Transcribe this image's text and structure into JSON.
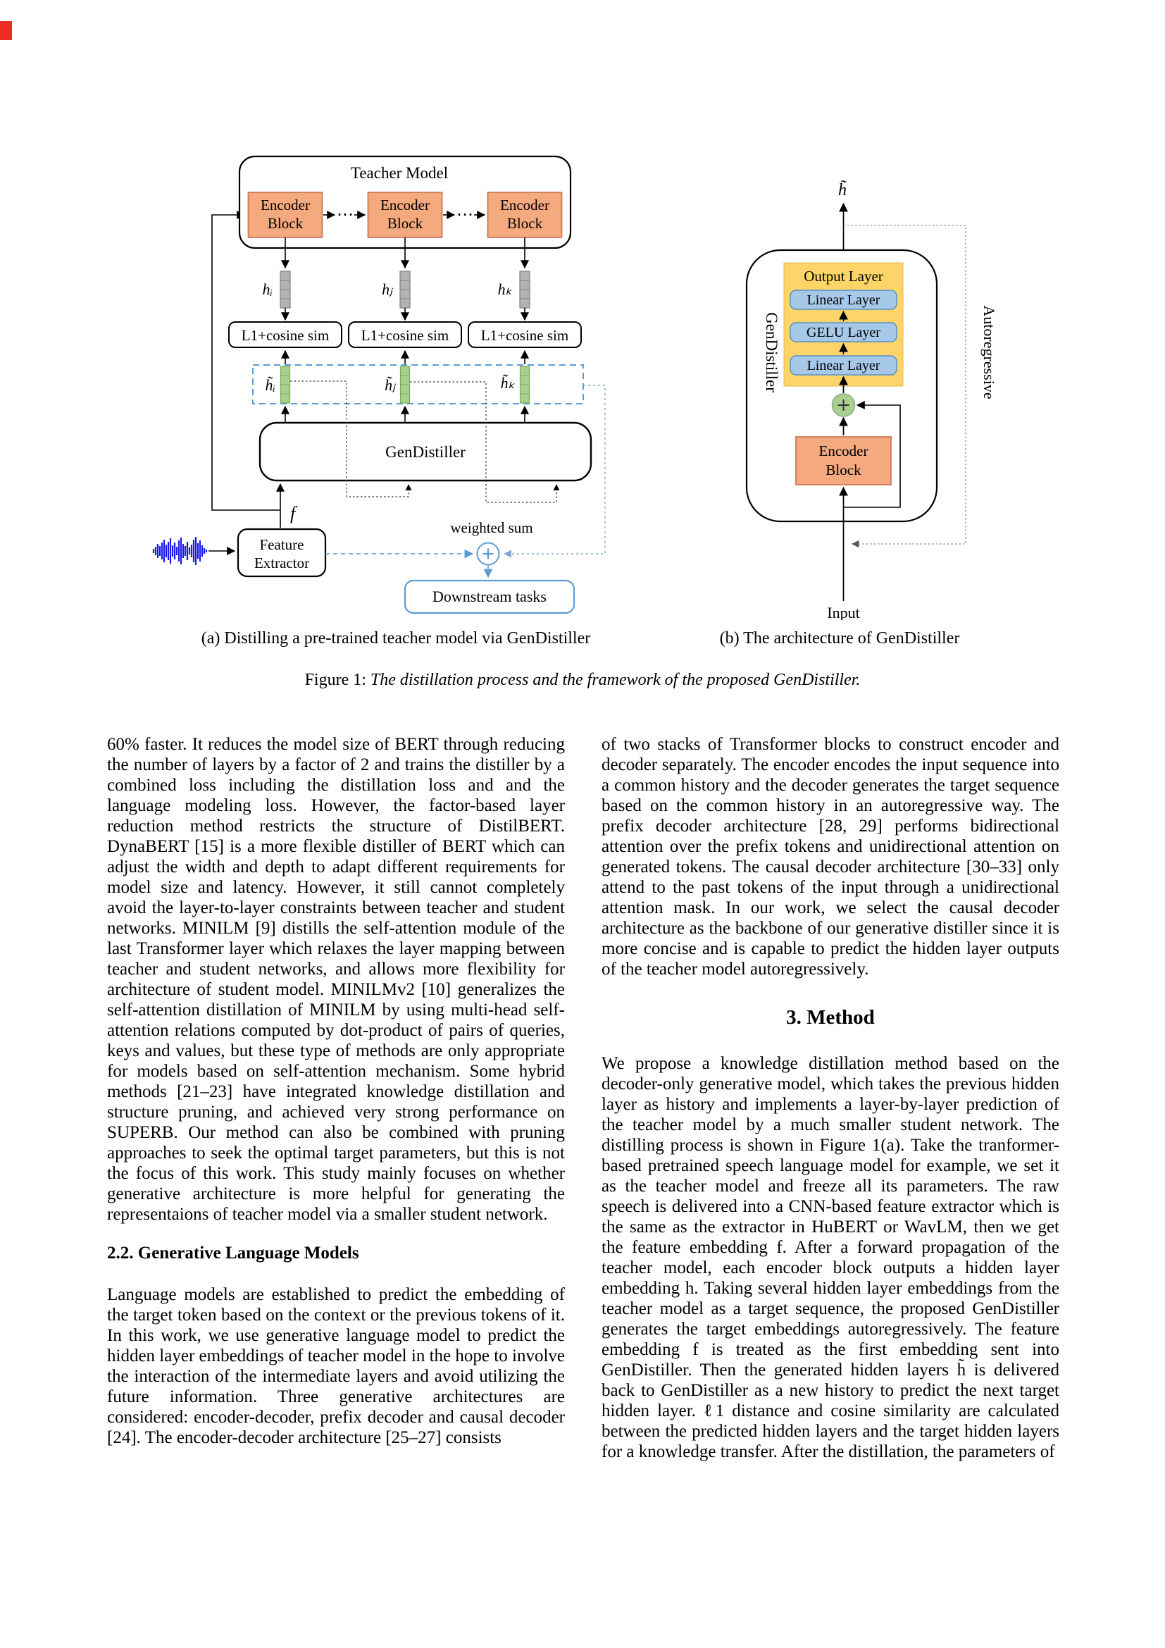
{
  "figure": {
    "a": {
      "teacher_title": "Teacher Model",
      "encoder_line1": "Encoder",
      "encoder_line2": "Block",
      "dots": "⋯",
      "h_labels": [
        "hᵢ",
        "hⱼ",
        "hₖ"
      ],
      "l1_label": "L1+cosine sim",
      "h_tilde_labels": [
        "h̃ᵢ",
        "h̃ⱼ",
        "h̃ₖ"
      ],
      "gendistiller_label": "GenDistiller",
      "f_label": "f",
      "feature_extractor_line1": "Feature",
      "feature_extractor_line2": "Extractor",
      "weighted_sum_label": "weighted sum",
      "downstream_label": "Downstream tasks",
      "caption": "(a) Distilling a pre-trained teacher model via GenDistiller"
    },
    "b": {
      "h_tilde": "h̃",
      "gendistiller_label": "GenDistiller",
      "output_layer_title": "Output Layer",
      "layers": [
        "Linear Layer",
        "GELU Layer",
        "Linear Layer"
      ],
      "encoder_line1": "Encoder",
      "encoder_line2": "Block",
      "input_label": "Input",
      "autoregressive_label": "Autoregressive",
      "caption": "(b) The architecture of GenDistiller"
    },
    "caption_prefix": "Figure 1: ",
    "caption_text": "The distillation process and the framework of the proposed GenDistiller."
  },
  "colors": {
    "accent_blue": "#5B9BD5",
    "block_orange_fill": "#F4A97E",
    "block_orange_border": "#C97B5A",
    "output_layer_yellow": "#FCD467",
    "layer_blue_fill": "#A6C9EA",
    "layer_blue_border": "#5A8FC4",
    "bar_gray": "#B3B3B3",
    "bar_green": "#A9D18E",
    "waveform_blue": "#1A1AE8"
  },
  "left_column": {
    "para1": "60% faster. It reduces the model size of BERT through reducing the number of layers by a factor of 2 and trains the distiller by a combined loss including the distillation loss and and the language modeling loss. However, the factor-based layer reduction method restricts the structure of DistilBERT. DynaBERT [15] is a more flexible distiller of BERT which can adjust the width and depth to adapt different requirements for model size and latency. However, it still cannot completely avoid the layer-to-layer constraints between teacher and student networks. MINILM [9] distills the self-attention module of the last Transformer layer which relaxes the layer mapping between teacher and student networks, and allows more flexibility for architecture of student model. MINILMv2 [10] generalizes the self-attention distillation of MINILM by using multi-head self-attention relations computed by dot-product of pairs of queries, keys and values, but these type of methods are only appropriate for models based on self-attention mechanism. Some hybrid methods [21–23] have integrated knowledge distillation and structure pruning, and achieved very strong performance on SUPERB. Our method can also be combined with pruning approaches to seek the optimal target parameters, but this is not the focus of this work. This study mainly focuses on whether generative architecture is more helpful for generating the representaions of teacher model via a smaller student network.",
    "heading": "2.2.  Generative Language Models",
    "para2": "Language models are established to predict the embedding of the target token based on the context or the previous tokens of it. In this work, we use generative language model to predict the hidden layer embeddings of teacher model in the hope to involve the interaction of the intermediate layers and avoid utilizing the future information. Three generative architectures are considered: encoder-decoder, prefix decoder and causal decoder [24]. The encoder-decoder architecture [25–27] consists"
  },
  "right_column": {
    "para1": "of two stacks of Transformer blocks to construct encoder and decoder separately. The encoder encodes the input sequence into a common history and the decoder generates the target sequence based on the common history in an autoregressive way. The prefix decoder architecture [28, 29] performs bidirectional attention over the prefix tokens and unidirectional attention on generated tokens. The causal decoder architecture [30–33] only attend to the past tokens of the input through a unidirectional attention mask. In our work, we select the causal decoder architecture as the backbone of our generative distiller since it is more concise and is capable to predict the hidden layer outputs of the teacher model autoregressively.",
    "heading": "3.  Method",
    "para2": "We propose a knowledge distillation method based on the decoder-only generative model, which takes the previous hidden layer as history and implements a layer-by-layer prediction of the teacher model by a much smaller student network. The distilling process is shown in Figure 1(a). Take the tranformer-based pretrained speech language model for example, we set it as the teacher model and freeze all its parameters. The raw speech is delivered into a CNN-based feature extractor which is the same as the extractor in HuBERT or WavLM, then we get the feature embedding f. After a forward propagation of the teacher model, each encoder block outputs a hidden layer embedding h. Taking several hidden layer embeddings from the teacher model as a target sequence, the proposed GenDistiller generates the target embeddings autoregressively. The feature embedding f is treated as the first embedding sent into GenDistiller. Then the generated hidden layers h̃ is delivered back to GenDistiller as a new history to predict the next target hidden layer. ℓ1 distance and cosine similarity are calculated between the predicted hidden layers and the target hidden layers for a knowledge transfer. After the distillation, the parameters of"
  }
}
